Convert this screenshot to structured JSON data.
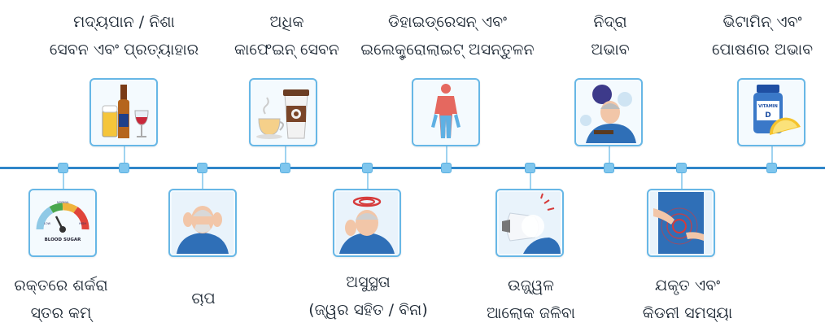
{
  "items": [
    {
      "label_line1": "ରକ୍ତରେ ଶର୍କରା",
      "label_line2": "ସ୍ତର କମ୍",
      "icon": "blood-sugar-gauge-icon",
      "gauge_text": "BLOOD SUGAR",
      "gauge_labels": [
        "LOW",
        "NORMAL",
        "HIGH"
      ]
    },
    {
      "label_line1": "ମଦ୍ୟପାନ / ନିଶା",
      "label_line2": "ସେବନ ଏବଂ ପ୍ରତ୍ୟାହାର",
      "icon": "alcohol-bottle-glasses-icon"
    },
    {
      "label_line1": "ଚାପ",
      "label_line2": "",
      "icon": "stressed-man-icon"
    },
    {
      "label_line1": "ଅଧିକ",
      "label_line2": "କାଫେଇନ୍ ସେବନ",
      "icon": "coffee-cups-icon"
    },
    {
      "label_line1": "ଅସୁସ୍ଥତା",
      "label_line2": "(ଜ୍ୱର ସହିତ / ବିନା)",
      "icon": "sick-man-icon"
    },
    {
      "label_line1": "ଡିହାଇଡ୍ରେସନ୍ ଏବଂ",
      "label_line2": "ଇଲେକ୍ଟ୍ରୋଲାଇଟ୍ ଅସନ୍ତୁଳନ",
      "icon": "human-body-icon"
    },
    {
      "label_line1": "ଉଜ୍ଜ୍ୱଳ",
      "label_line2": "ଆଲୋକ ଜଳିବା",
      "icon": "bright-light-bulb-icon"
    },
    {
      "label_line1": "ନିଦ୍ରା",
      "label_line2": "ଅଭାବ",
      "icon": "sleepless-man-icon"
    },
    {
      "label_line1": "ଯକୃତ ଏବଂ",
      "label_line2": "କିଡନୀ ସମସ୍ୟା",
      "icon": "abdominal-pain-icon"
    },
    {
      "label_line1": "ଭିଟାମିନ୍ ଏବଂ",
      "label_line2": "ପୋଷଣର ଅଭାବ",
      "icon": "vitamin-d-lemon-icon",
      "bottle_text": "VITAMIN",
      "bottle_letter": "D"
    }
  ],
  "colors": {
    "line": "#2f86c9",
    "node": "#7fc6ee",
    "card_border": "#67b7e6",
    "card_bg": "#f4fafe",
    "skin": "#f2c6a8",
    "shirt": "#2f6fb7"
  }
}
